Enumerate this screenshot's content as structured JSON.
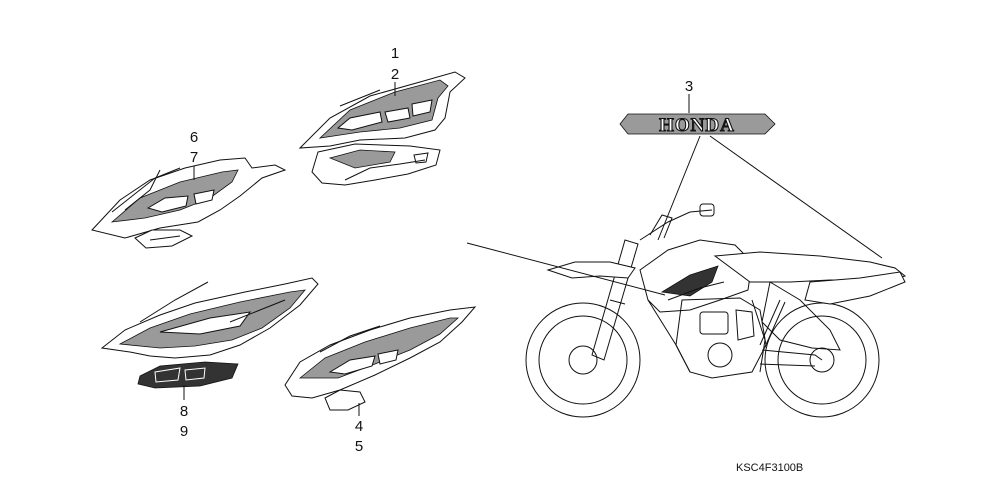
{
  "callouts": {
    "n1": "1",
    "n2": "2",
    "n3": "3",
    "n4": "4",
    "n5": "5",
    "n6": "6",
    "n7": "7",
    "n8": "8",
    "n9": "9"
  },
  "emblem": {
    "text": "HONDA"
  },
  "diagram_code": "KSC4F3100B",
  "colors": {
    "line": "#111111",
    "background": "#ffffff",
    "shade": "#9a9a9a"
  }
}
